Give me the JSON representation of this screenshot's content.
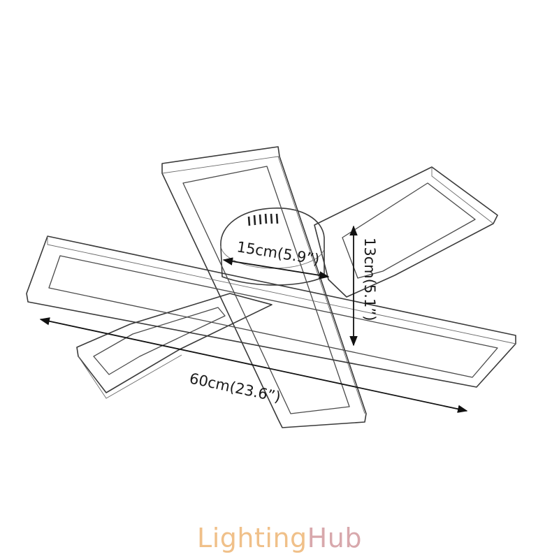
{
  "dimensions": {
    "width_label": "60cm(23.6”)",
    "base_diameter_label": "15cm(5.9”)",
    "height_label": "13cm(5.1”)"
  },
  "watermark": {
    "part1": "Lighting",
    "part2": "Hub"
  }
}
